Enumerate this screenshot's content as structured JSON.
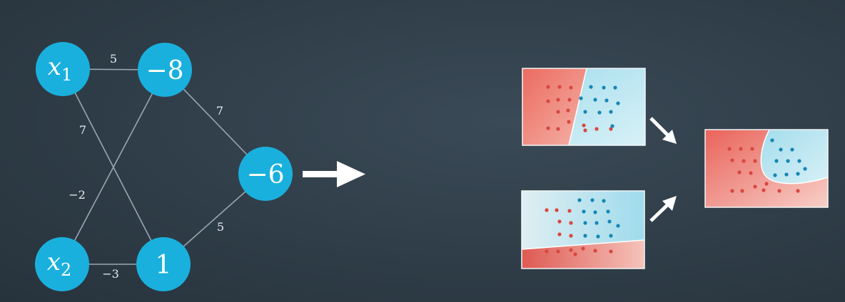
{
  "colors": {
    "background": "#2f3d48",
    "node": "#1ab0dd",
    "edge": "#9aa7b2",
    "arrow": "#ffffff",
    "red_region": "#e8625a",
    "blue_region": "#a8dfee",
    "red_point": "#d9473f",
    "blue_point": "#1487b5"
  },
  "network": {
    "nodes": [
      {
        "id": "x1",
        "label_main": "x",
        "label_sub": "1"
      },
      {
        "id": "h1",
        "label_main": "−8",
        "label_sub": ""
      },
      {
        "id": "x2",
        "label_main": "x",
        "label_sub": "2"
      },
      {
        "id": "h2",
        "label_main": "1",
        "label_sub": ""
      },
      {
        "id": "out",
        "label_main": "−6",
        "label_sub": ""
      }
    ],
    "edges": [
      {
        "from": "x1",
        "to": "h1",
        "weight": "5"
      },
      {
        "from": "x1",
        "to": "h2",
        "weight": "7"
      },
      {
        "from": "x2",
        "to": "h1",
        "weight": "−2"
      },
      {
        "from": "x2",
        "to": "h2",
        "weight": "−3"
      },
      {
        "from": "h1",
        "to": "out",
        "weight": "7"
      },
      {
        "from": "h2",
        "to": "out",
        "weight": "5"
      }
    ]
  },
  "icons": {
    "main_arrow": "right-arrow-icon",
    "arrow_down": "arrow-down-right-icon",
    "arrow_up": "arrow-up-right-icon"
  },
  "plots": {
    "top_model": "linear boundary, diagonal",
    "bottom_model": "linear boundary, horizontal",
    "combined_model": "curved boundary"
  }
}
